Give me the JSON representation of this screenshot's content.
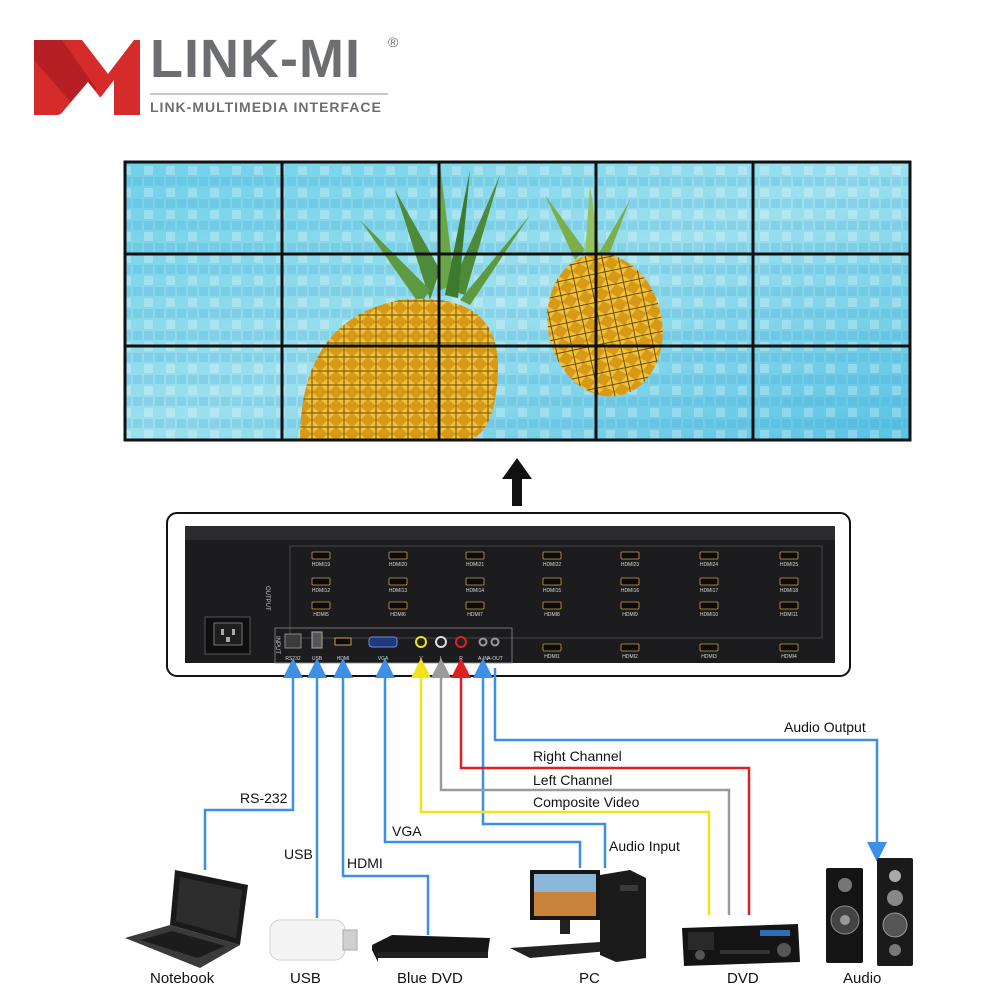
{
  "brand": {
    "name": "LINK-MI",
    "registered": "®",
    "tagline": "LINK-MULTIMEDIA INTERFACE",
    "color_red": "#d52b2b",
    "color_gray": "#6d6e71"
  },
  "video_wall": {
    "rows": 3,
    "columns": 5,
    "image": "pineapple-in-pool"
  },
  "rear_panel": {
    "output_label": "OUTPUT",
    "input_label": "INPUT",
    "output_rows": [
      [
        "HDMI19",
        "HDMI20",
        "HDMI21",
        "HDMI22",
        "HDMI23",
        "HDMI24",
        "HDMI25"
      ],
      [
        "HDMI12",
        "HDMI13",
        "HDMI14",
        "HDMI15",
        "HDMI16",
        "HDMI17",
        "HDMI18"
      ],
      [
        "HDMI5",
        "HDMI6",
        "HDMI7",
        "HDMI8",
        "HDMI9",
        "HDMI10",
        "HDMI11"
      ],
      [
        "HDMI1",
        "HDMI2",
        "HDMI3",
        "HDMI4"
      ]
    ],
    "input_ports": [
      "RS232",
      "USB",
      "HDMI",
      "VGA",
      "V",
      "L",
      "R",
      "A-IN",
      "A-OUT"
    ]
  },
  "connections": {
    "rs232": "RS-232",
    "usb": "USB",
    "hdmi": "HDMI",
    "vga": "VGA",
    "audio_input": "Audio Input",
    "composite": "Composite Video",
    "left": "Left Channel",
    "right": "Right Channel",
    "audio_output": "Audio Output",
    "colors": {
      "blue": "#3d8fe6",
      "yellow": "#f2e21c",
      "gray": "#9a9a9a",
      "red": "#e02020"
    }
  },
  "devices": {
    "notebook": "Notebook",
    "usb": "USB",
    "blue_dvd": "Blue DVD",
    "pc": "PC",
    "dvd": "DVD",
    "audio": "Audio"
  }
}
